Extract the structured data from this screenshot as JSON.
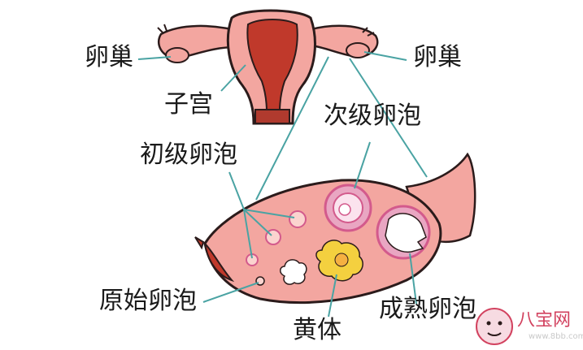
{
  "labels": {
    "ovary_left": "卵巢",
    "ovary_right": "卵巢",
    "uterus": "子宫",
    "secondary_follicle": "次级卵泡",
    "primary_follicle": "初级卵泡",
    "primordial_follicle": "原始卵泡",
    "corpus_luteum": "黄体",
    "mature_follicle": "成熟卵泡"
  },
  "watermark": {
    "text": "八宝网",
    "subtext": "www.8bb.com"
  },
  "colors": {
    "tissue_pink": "#f3a6a0",
    "tissue_dark": "#c0392b",
    "outline": "#2b1b1b",
    "leader_line": "#4aa3a3",
    "corpus_luteum": "#f4d03f",
    "follicle_ring": "#d35a8c"
  }
}
